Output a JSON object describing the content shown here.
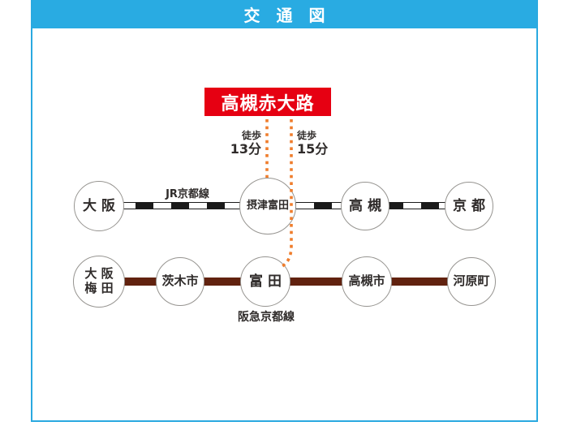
{
  "title_bar": {
    "label": "交　通　図"
  },
  "destination_box": {
    "label": "高槻赤大路"
  },
  "walk_routes": [
    {
      "prefix": "徒歩",
      "duration": "13分"
    },
    {
      "prefix": "徒歩",
      "duration": "15分"
    }
  ],
  "rail_lines": [
    {
      "name": "JR京都線",
      "style": "black-white-striped",
      "stations": [
        {
          "label": "大 阪"
        },
        {
          "label": "摂津富田"
        },
        {
          "label": "高 槻"
        },
        {
          "label": "京 都"
        }
      ]
    },
    {
      "name": "阪急京都線",
      "style": "solid",
      "stations": [
        {
          "label": "大 阪",
          "label2": "梅 田"
        },
        {
          "label": "茨木市"
        },
        {
          "label": "富 田"
        },
        {
          "label": "高槻市"
        },
        {
          "label": "河原町"
        }
      ]
    }
  ],
  "colors": {
    "frame_and_title_blue": "#29abe2",
    "destination_red": "#e60012",
    "walk_dotted_orange": "#ef7d2c",
    "hankyu_brown": "#61220f",
    "jr_track_black": "#1a1a1a"
  }
}
